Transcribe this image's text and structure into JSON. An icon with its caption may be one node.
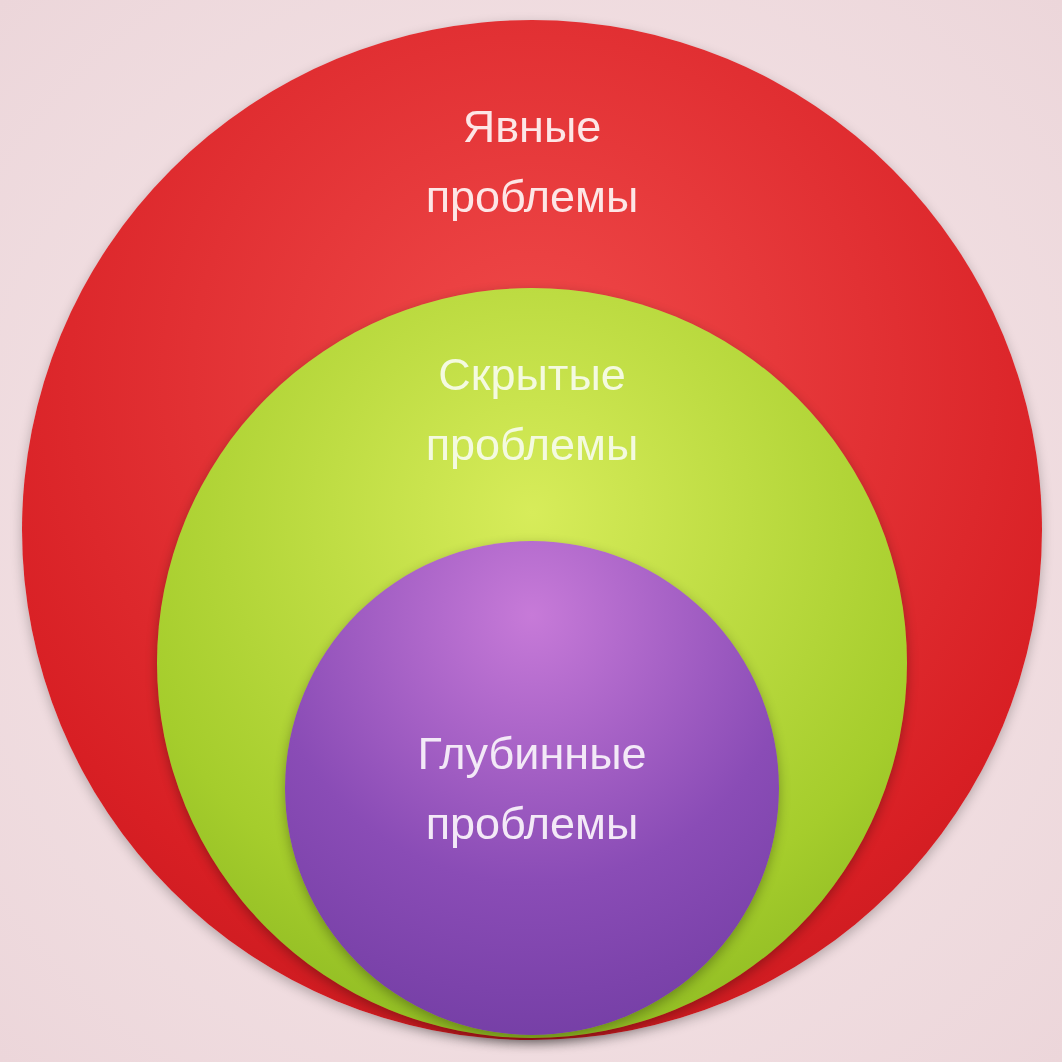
{
  "diagram": {
    "nodes": [
      {
        "text": [
          "Явные проблемы"
        ]
      },
      {
        "text": [
          "Скрытые проблемы"
        ],
        "in": 0
      },
      {
        "text": [
          "Глубинные проблемы"
        ],
        "in": 1
      }
    ]
  }
}
